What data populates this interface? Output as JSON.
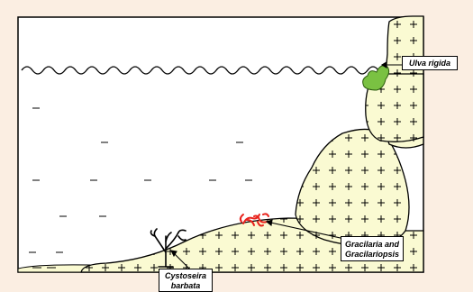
{
  "colors": {
    "background": "#fbeee2",
    "rock_fill": "#fafad2",
    "ulva": "#7ac142",
    "red_algae": "#e8231c",
    "outline": "#000000"
  },
  "labels": {
    "ulva": "Ulva rigida",
    "gracilaria": [
      "Gracilaria and",
      "Gracilariopsis"
    ],
    "cystoseira": [
      "Cystoseira",
      "barbata"
    ]
  }
}
